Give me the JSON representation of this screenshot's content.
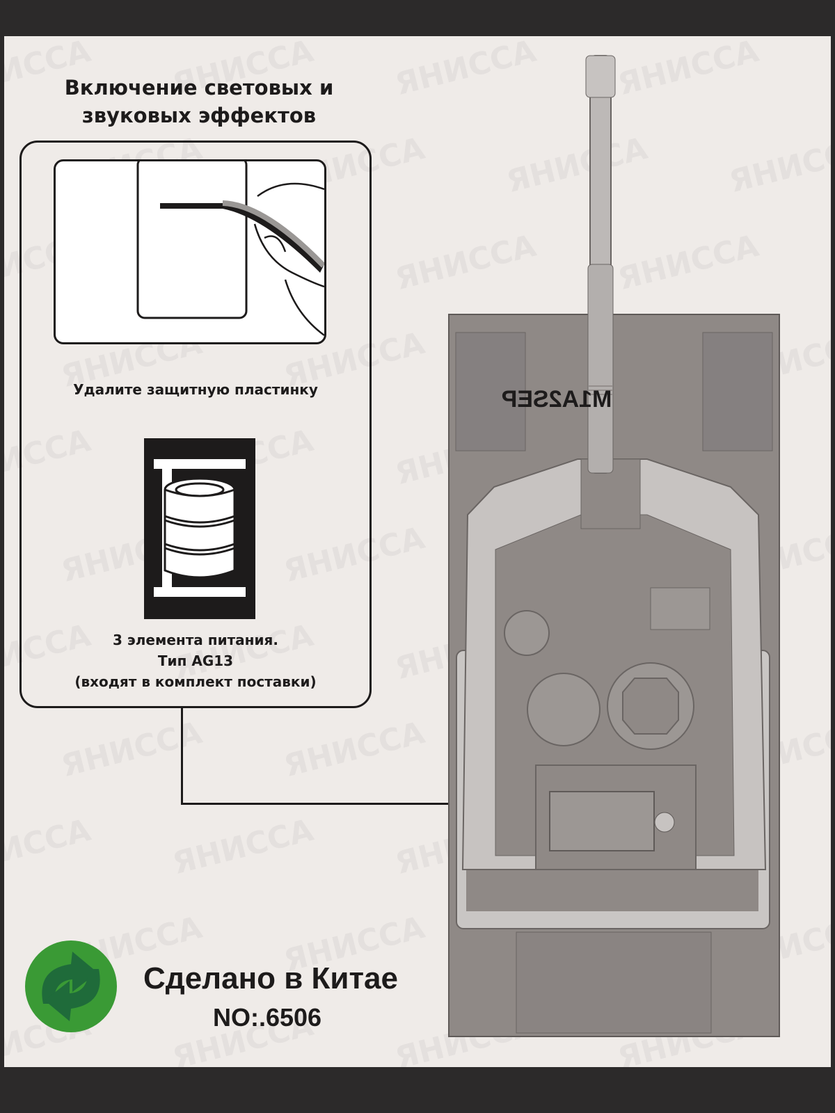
{
  "header": {
    "title": "Включение световых и звуковых эффектов"
  },
  "instructions": {
    "step1_caption": "Удалите защитную пластинку",
    "step2_caption_line1": "3 элемента питания.",
    "step2_caption_line2": "Тип AG13",
    "step2_caption_line3": "(входят в комплект поставки)"
  },
  "footer": {
    "made_in": "Сделано в Китае",
    "model_number": "NO:.6506"
  },
  "tank": {
    "marking": "M1A2SEP"
  },
  "watermark": "ЯНИССА",
  "colors": {
    "recycle_green": "#3a9a35",
    "recycle_dark": "#1f6b3a",
    "tank_gray": "#8f8986",
    "background": "#efebe8"
  }
}
